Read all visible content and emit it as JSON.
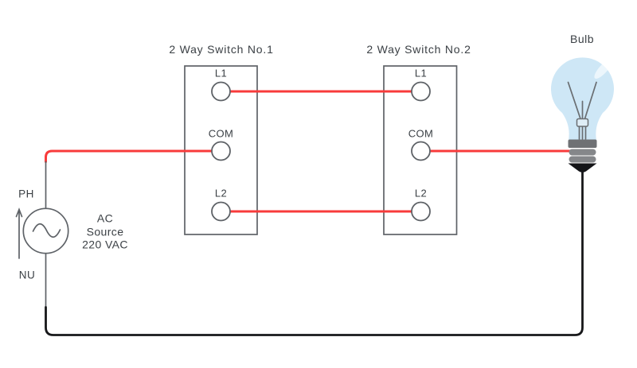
{
  "switch1": {
    "title": "2 Way Switch No.1",
    "terminals": [
      "L1",
      "COM",
      "L2"
    ]
  },
  "switch2": {
    "title": "2 Way Switch No.2",
    "terminals": [
      "L1",
      "COM",
      "L2"
    ]
  },
  "bulb": {
    "label": "Bulb"
  },
  "ac_source": {
    "label_lines": [
      "AC",
      "Source",
      "220 VAC"
    ],
    "phase_label": "PH",
    "neutral_label": "NU"
  },
  "colors": {
    "live_wire": "#f83b3b",
    "neutral_wire": "#17181a",
    "outline_gray": "#5e6267",
    "label_text": "#3b4045",
    "bulb_glass": "#cee7f6",
    "bulb_base": "#85878a",
    "bulb_cap": "#6f7174",
    "bulb_tip": "#141518"
  }
}
